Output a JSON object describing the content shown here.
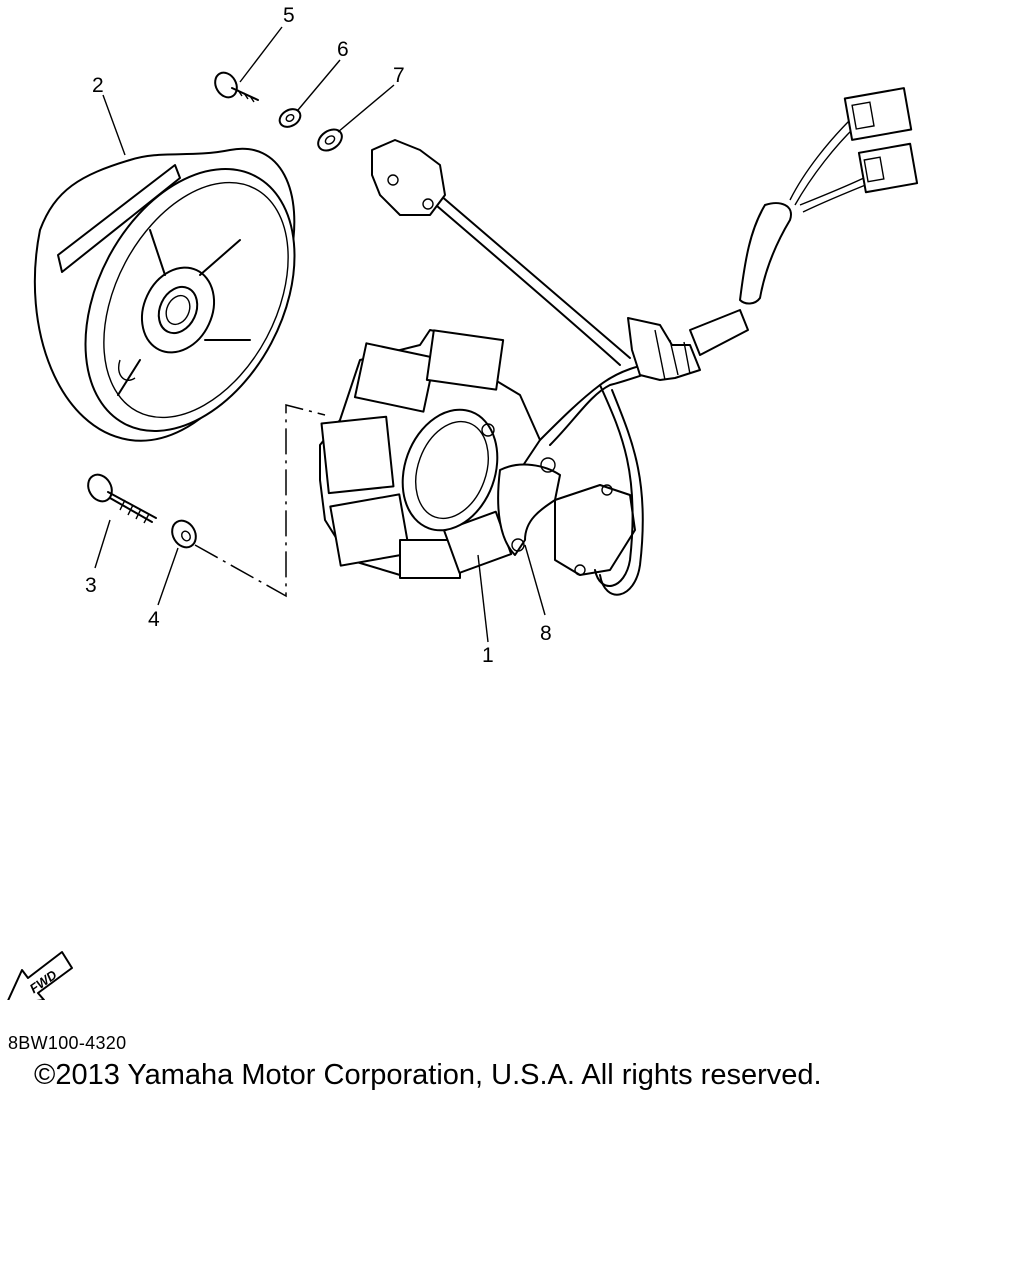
{
  "diagram": {
    "callouts": [
      "1",
      "2",
      "3",
      "4",
      "5",
      "6",
      "7",
      "8"
    ],
    "fwd_arrow_label": "FWD"
  },
  "footer": {
    "part_code": "8BW100-4320",
    "copyright": "©2013 Yamaha Motor Corporation, U.S.A. All rights reserved."
  }
}
